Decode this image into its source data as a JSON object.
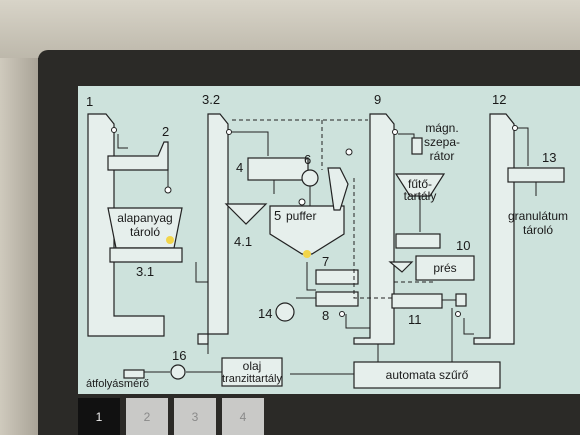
{
  "diagram": {
    "labels": {
      "n1": "1",
      "n2": "2",
      "n3_2": "3.2",
      "n4": "4",
      "n4_1": "4.1",
      "n5": "5",
      "puffer": "puffer",
      "n6": "6",
      "n7": "7",
      "n8": "8",
      "n9": "9",
      "n10": "10",
      "n11": "11",
      "n12": "12",
      "n13": "13",
      "n14": "14",
      "n16": "16",
      "n3_1": "3.1",
      "alapanyag_1": "alapanyag",
      "alapanyag_2": "tároló",
      "magn_1": "mágn.",
      "magn_2": "szepa-",
      "magn_3": "rátor",
      "futo_1": "fűtő-",
      "futo_2": "tartály",
      "pres": "prés",
      "granulatum_1": "granulátum",
      "granulatum_2": "tároló",
      "olaj_1": "olaj",
      "olaj_2": "tranzittartály",
      "automata": "automata szűrő",
      "atfolyas": "átfolyásmérő"
    },
    "colors": {
      "screen_bg": "#cde2dc",
      "line": "#222222",
      "block_fill": "#e6efec",
      "indicator": "#f2d54a"
    }
  },
  "tabs": [
    {
      "label": "1",
      "active": true
    },
    {
      "label": "2",
      "active": false
    },
    {
      "label": "3",
      "active": false
    },
    {
      "label": "4",
      "active": false
    }
  ]
}
